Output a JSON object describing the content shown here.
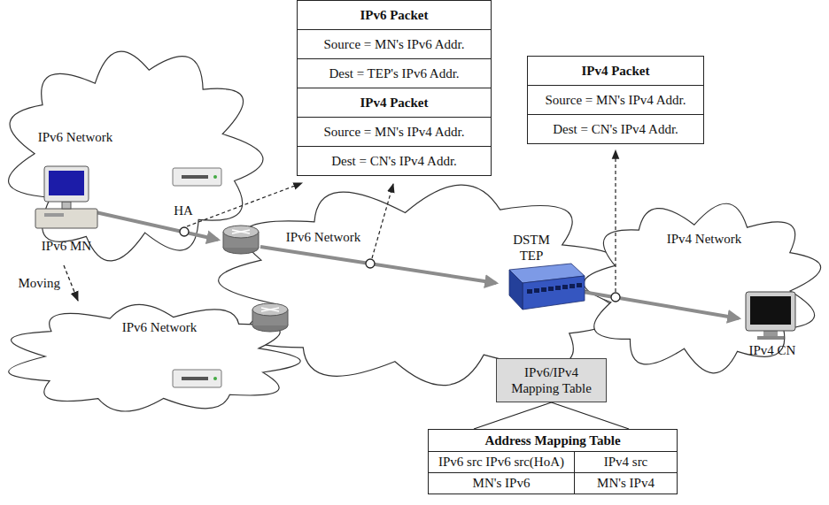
{
  "diagram": {
    "nodes": [
      {
        "text": [
          "IPv6 Packet",
          "Source = MN's IPv6 Addr.",
          "Dest = TEP's IPv6 Addr."
        ]
      },
      {
        "text": [
          "IPv4 Packet",
          "Source = MN's IPv4 Addr.",
          "Dest = CN's IPv4 Addr."
        ]
      },
      {
        "text": [
          "IPv4 Packet",
          "Source = MN's IPv4 Addr.",
          "Dest = CN's IPv4 Addr."
        ]
      },
      {
        "text": [
          "IPv6 Network"
        ]
      },
      {
        "text": [
          "IPv6 Network"
        ]
      },
      {
        "text": [
          "IPv6 Network"
        ]
      },
      {
        "text": [
          "IPv4 Network"
        ]
      },
      {
        "text": [
          "IPv6/IPv4 Mapping Table"
        ]
      },
      {
        "text": [
          "Address Mapping Table",
          "IPv6 src IPv6 src(HoA)",
          "IPv4 src",
          "MN's IPv6",
          "MN's IPv4"
        ]
      }
    ],
    "edges": [
      {
        "from": 3,
        "to": 5,
        "arrow": "to",
        "label": "Moving"
      },
      {
        "from": 7,
        "to": 8,
        "arrow": "none"
      }
    ],
    "labels": [
      "HA",
      "IPv6 MN",
      "DSTM TEP",
      "IPv4 CN"
    ]
  }
}
